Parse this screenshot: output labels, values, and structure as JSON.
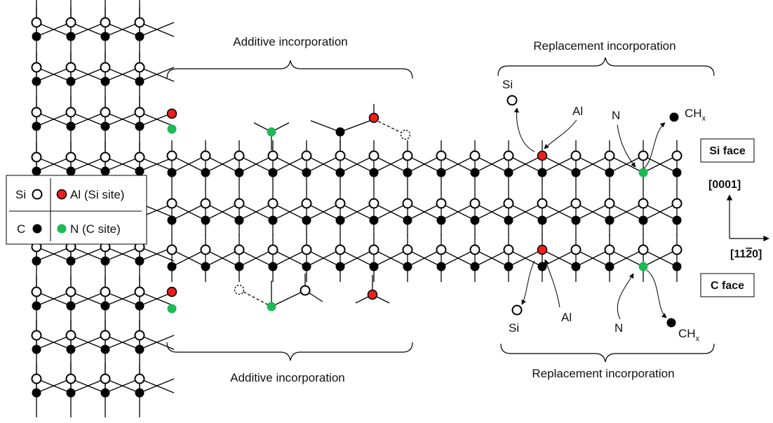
{
  "labels": {
    "additive_top": "Additive incorporation",
    "additive_bottom": "Additive incorporation",
    "replacement_top": "Replacement incorporation",
    "replacement_bottom": "Replacement incorporation"
  },
  "species": {
    "si_top": "Si",
    "al_top": "Al",
    "n_top": "N",
    "ch_top": "CH",
    "ch_top_sub": "x",
    "si_bottom": "Si",
    "al_bottom": "Al",
    "n_bottom": "N",
    "ch_bottom": "CH",
    "ch_bottom_sub": "x"
  },
  "faces": {
    "si_face": "Si face",
    "c_face": "C face"
  },
  "axes": {
    "vertical": "[0001]",
    "horizontal_prefix": "[11",
    "horizontal_bar": "2",
    "horizontal_suffix": "0]"
  },
  "legend": {
    "si": "Si",
    "al": "Al (Si site)",
    "c": "C",
    "n": "N (C site)"
  },
  "colors": {
    "al": "#e8201e",
    "n": "#1db954",
    "c": "#000000",
    "si_fill": "#ffffff",
    "bond": "#000000"
  }
}
